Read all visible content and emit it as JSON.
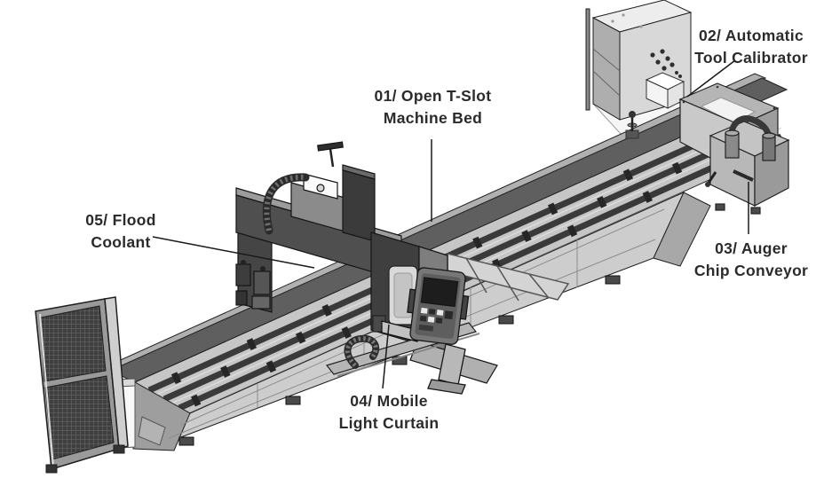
{
  "figure": {
    "background_color": "#ffffff",
    "outline_color": "#1f1f1f",
    "label_text_color": "#2b2b2b",
    "machine_gray_light": "#cdcdcd",
    "machine_gray_mid": "#9d9d9d",
    "machine_gray_dark": "#4a4a4a"
  },
  "callouts": [
    {
      "id": "01",
      "line1": "01/ Open T-Slot",
      "line2": "Machine Bed"
    },
    {
      "id": "02",
      "line1": "02/ Automatic",
      "line2": "Tool Calibrator"
    },
    {
      "id": "03",
      "line1": "03/ Auger",
      "line2": "Chip Conveyor"
    },
    {
      "id": "04",
      "line1": "04/ Mobile",
      "line2": "Light Curtain"
    },
    {
      "id": "05",
      "line1": "05/ Flood",
      "line2": "Coolant"
    }
  ]
}
